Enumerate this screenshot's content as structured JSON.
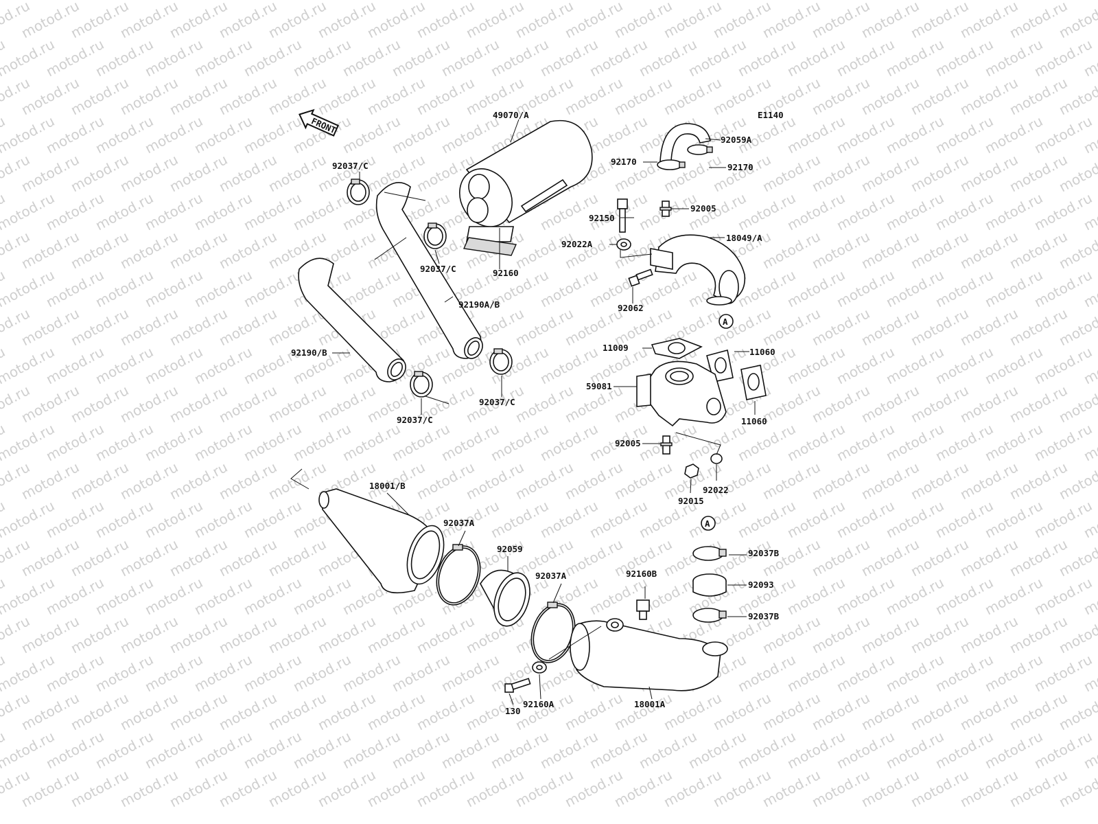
{
  "diagram": {
    "code": "E1140",
    "front_label": "FRONT",
    "watermark": "motod.ru",
    "callout_marker": "A",
    "labels": {
      "p49070A": "49070/A",
      "p92059A": "92059A",
      "p92170_r": "92170",
      "p92170_l": "92170",
      "p92005_top": "92005",
      "p92150": "92150",
      "p18049A": "18049/A",
      "p92022A": "92022A",
      "p92062": "92062",
      "p92037C_1": "92037/C",
      "p92037C_2": "92037/C",
      "p92037C_3": "92037/C",
      "p92037C_4": "92037/C",
      "p92160": "92160",
      "p92190AB": "92190A/B",
      "p92190B": "92190/B",
      "p11009": "11009",
      "p11060_a": "11060",
      "p11060_b": "11060",
      "p59081": "59081",
      "p92005_bot": "92005",
      "p92015": "92015",
      "p92022": "92022",
      "p18001B": "18001/B",
      "p92037A_1": "92037A",
      "p92037A_2": "92037A",
      "p92059": "92059",
      "p92160B": "92160B",
      "p92037B_1": "92037B",
      "p92037B_2": "92037B",
      "p92093": "92093",
      "p130": "130",
      "p92160A": "92160A",
      "p18001A": "18001A"
    }
  }
}
